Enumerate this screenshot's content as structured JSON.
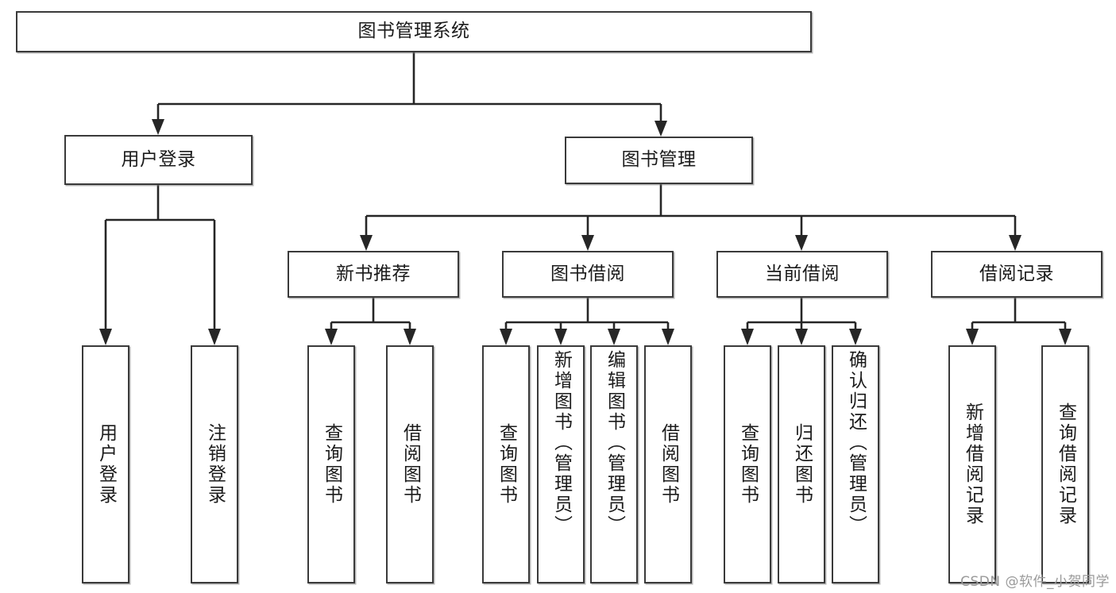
{
  "diagram": {
    "title": "图书管理系统",
    "type": "tree",
    "root": {
      "id": "root",
      "label": "图书管理系统",
      "orientation": "horizontal"
    },
    "level2": [
      {
        "id": "user-login",
        "label": "用户登录",
        "orientation": "horizontal"
      },
      {
        "id": "book-management",
        "label": "图书管理",
        "orientation": "horizontal"
      }
    ],
    "level3": [
      {
        "id": "new-book-recommend",
        "label": "新书推荐",
        "orientation": "horizontal",
        "parent": "book-management"
      },
      {
        "id": "book-borrow",
        "label": "图书借阅",
        "orientation": "horizontal",
        "parent": "book-management"
      },
      {
        "id": "current-borrow",
        "label": "当前借阅",
        "orientation": "horizontal",
        "parent": "book-management"
      },
      {
        "id": "borrow-record",
        "label": "借阅记录",
        "orientation": "horizontal",
        "parent": "book-management"
      }
    ],
    "leaves": [
      {
        "id": "leaf-user-login",
        "label": "用户登录",
        "parent": "user-login",
        "orientation": "vertical",
        "align": "center"
      },
      {
        "id": "leaf-logout-login",
        "label": "注销登录",
        "parent": "user-login",
        "orientation": "vertical",
        "align": "center"
      },
      {
        "id": "leaf-query-book-1",
        "label": "查询图书",
        "parent": "new-book-recommend",
        "orientation": "vertical",
        "align": "center"
      },
      {
        "id": "leaf-borrow-book-1",
        "label": "借阅图书",
        "parent": "new-book-recommend",
        "orientation": "vertical",
        "align": "center"
      },
      {
        "id": "leaf-query-book-2",
        "label": "查询图书",
        "parent": "book-borrow",
        "orientation": "vertical",
        "align": "center"
      },
      {
        "id": "leaf-add-book",
        "label": "新增图书（管理员）",
        "parent": "book-borrow",
        "orientation": "vertical",
        "align": "top"
      },
      {
        "id": "leaf-edit-book",
        "label": "编辑图书（管理员）",
        "parent": "book-borrow",
        "orientation": "vertical",
        "align": "top"
      },
      {
        "id": "leaf-borrow-book-2",
        "label": "借阅图书",
        "parent": "book-borrow",
        "orientation": "vertical",
        "align": "center"
      },
      {
        "id": "leaf-query-book-3",
        "label": "查询图书",
        "parent": "current-borrow",
        "orientation": "vertical",
        "align": "center"
      },
      {
        "id": "leaf-return-book",
        "label": "归还图书",
        "parent": "current-borrow",
        "orientation": "vertical",
        "align": "center"
      },
      {
        "id": "leaf-confirm-return",
        "label": "确认归还（管理员）",
        "parent": "current-borrow",
        "orientation": "vertical",
        "align": "top"
      },
      {
        "id": "leaf-add-record",
        "label": "新增借阅记录",
        "parent": "borrow-record",
        "orientation": "vertical",
        "align": "center"
      },
      {
        "id": "leaf-query-record",
        "label": "查询借阅记录",
        "parent": "borrow-record",
        "orientation": "vertical",
        "align": "center"
      }
    ]
  },
  "watermark": {
    "text": "CSDN @软件_小贺同学"
  },
  "colors": {
    "box_border": "#3a3a3a",
    "edge": "#262626",
    "background": "#ffffff",
    "text": "#1b1b1b",
    "watermark": "#9a9a9a"
  }
}
